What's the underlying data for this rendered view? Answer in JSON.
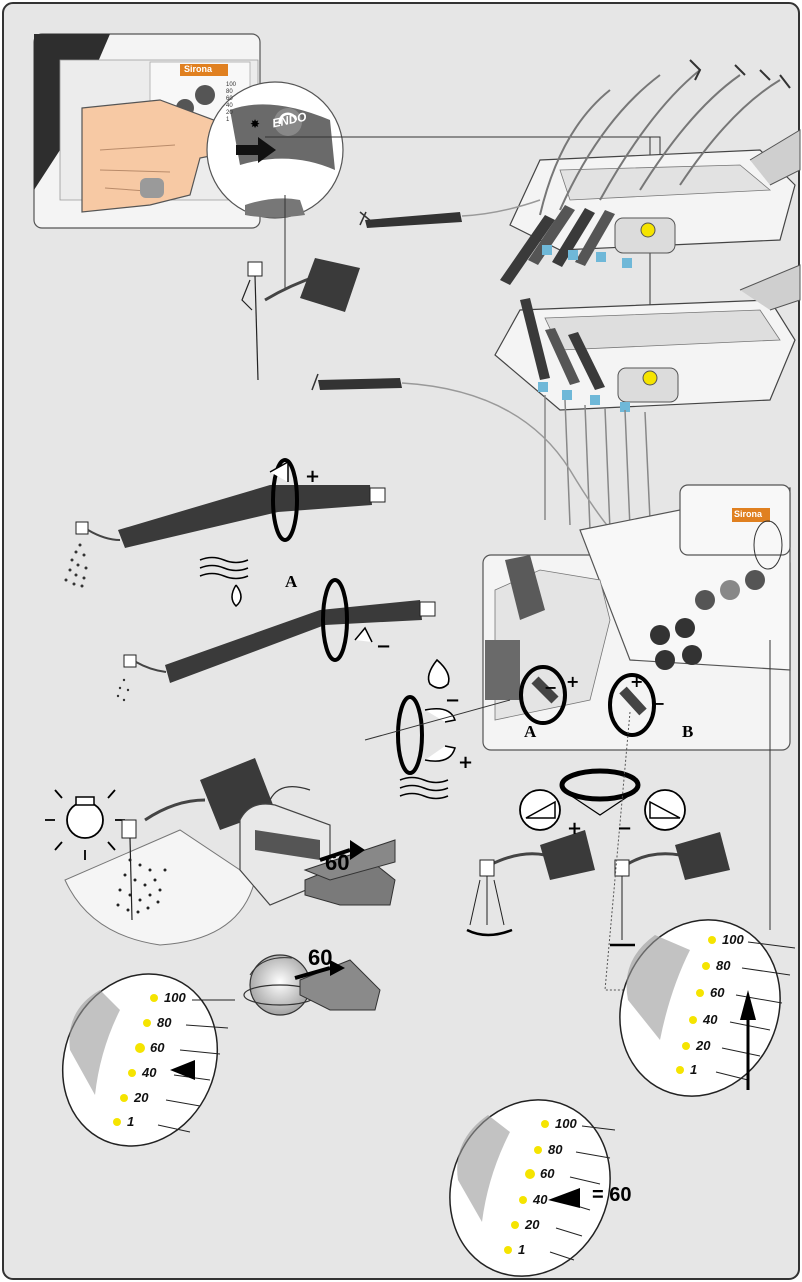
{
  "callouts": {
    "label_a1": "A",
    "label_a2": "A",
    "label_b": "B",
    "pedal_value_1": "60",
    "pedal_value_2": "60",
    "result": "= 60"
  },
  "panel": {
    "button_label": "ENDO",
    "brand": "Sirona",
    "scale_small": [
      "100",
      "80",
      "60",
      "40",
      "20",
      "1"
    ]
  },
  "symbols": {
    "plus": "+",
    "minus": "−"
  },
  "scales": {
    "scale_right": [
      "100",
      "80",
      "60",
      "40",
      "20",
      "1"
    ],
    "scale_left": [
      "100",
      "80",
      "60",
      "40",
      "20",
      "1"
    ],
    "scale_bottom": [
      "100",
      "80",
      "60",
      "40",
      "20",
      "1"
    ]
  },
  "colors": {
    "background": "#e6e6e6",
    "frame": "#333333",
    "handpiece": "#3a3a3a",
    "led_yellow": "#f5e400",
    "accent_orange": "#e08020",
    "skin": "#f7c9a4",
    "nozzle_blue": "#6fb8d8"
  }
}
